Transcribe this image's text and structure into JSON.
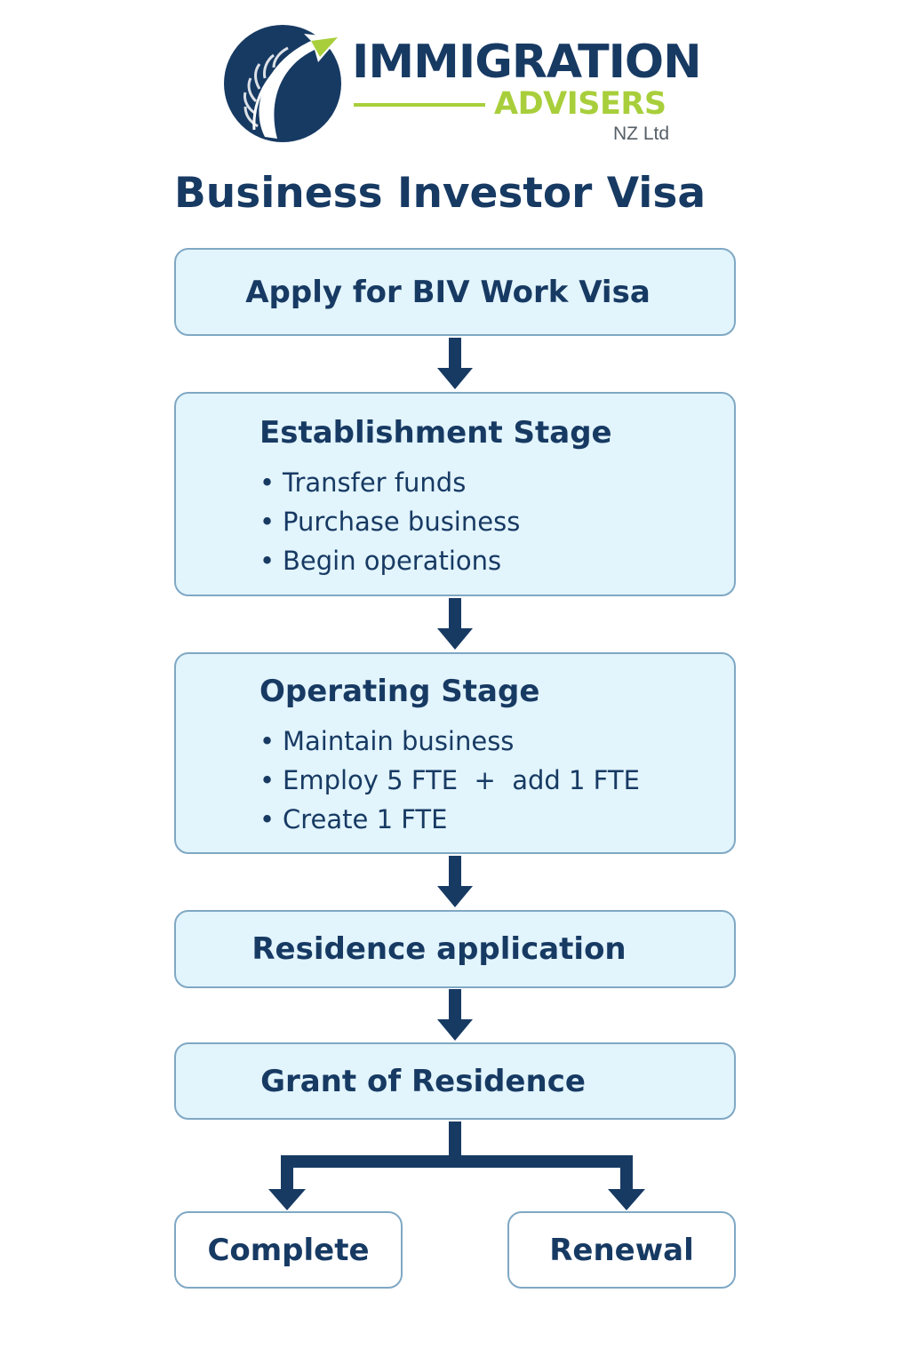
{
  "logo": {
    "line1": "IMMIGRATION",
    "line2": "ADVISERS",
    "line3": "NZ Ltd"
  },
  "title": "Business Investor Visa",
  "colors": {
    "navy": "#173a63",
    "lime": "#a8cf3b",
    "box_fill": "#e2f4fc",
    "box_border": "#7fa8c4"
  },
  "nodes": {
    "apply": {
      "label": "Apply for BIV Work Visa"
    },
    "establishment": {
      "label": "Establishment Stage",
      "items": [
        "Transfer funds",
        "Purchase business",
        "Begin operations"
      ]
    },
    "operating": {
      "label": "Operating Stage",
      "items": [
        "Maintain business",
        "Employ 5 FTE  +  add 1 FTE",
        "Create 1 FTE"
      ]
    },
    "residence_application": {
      "label": "Residence application"
    },
    "grant": {
      "label": "Grant of Residence"
    },
    "complete": {
      "label": "Complete"
    },
    "renewal": {
      "label": "Renewal"
    }
  },
  "edges": [
    [
      "apply",
      "establishment"
    ],
    [
      "establishment",
      "operating"
    ],
    [
      "operating",
      "residence_application"
    ],
    [
      "residence_application",
      "grant"
    ],
    [
      "grant",
      "complete"
    ],
    [
      "grant",
      "renewal"
    ]
  ]
}
